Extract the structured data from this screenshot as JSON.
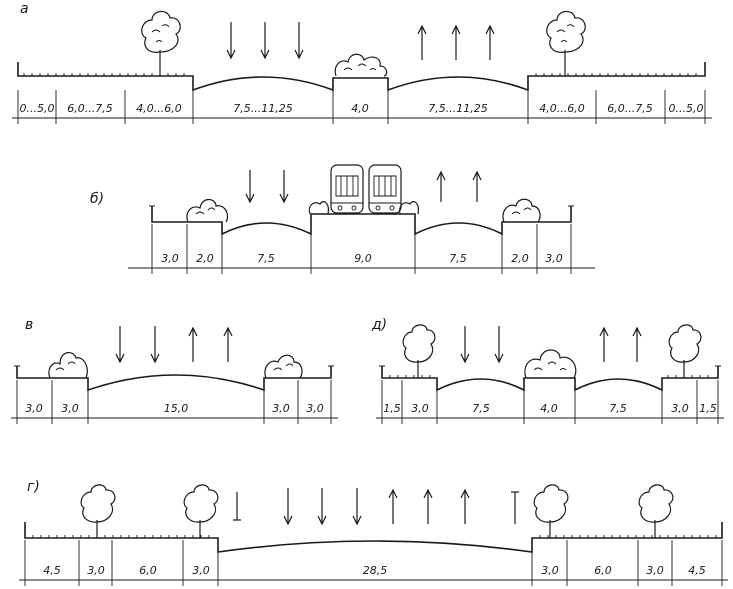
{
  "sections": [
    {
      "label": "а",
      "segments": [
        "0...5,0",
        "6,0...7,5",
        "4,0...6,0",
        "7,5...11,25",
        "4,0",
        "7,5...11,25",
        "4,0...6,0",
        "6,0...7,5",
        "0...5,0"
      ]
    },
    {
      "label": "б)",
      "segments": [
        "3,0",
        "2,0",
        "7,5",
        "9,0",
        "7,5",
        "2,0",
        "3,0"
      ]
    },
    {
      "label": "в",
      "segments": [
        "3,0",
        "3,0",
        "15,0",
        "3,0",
        "3,0"
      ]
    },
    {
      "label": "д)",
      "segments": [
        "1,5",
        "3,0",
        "7,5",
        "4,0",
        "7,5",
        "3,0",
        "1,5"
      ]
    },
    {
      "label": "г)",
      "segments": [
        "4,5",
        "3,0",
        "6,0",
        "3,0",
        "28,5",
        "3,0",
        "6,0",
        "3,0",
        "4,5"
      ]
    }
  ],
  "icons": {
    "tree": "tree-icon",
    "shrub": "shrub-icon",
    "tram": "tram-icon",
    "arrow_down": "arrow-down-icon",
    "arrow_up": "arrow-up-icon"
  }
}
